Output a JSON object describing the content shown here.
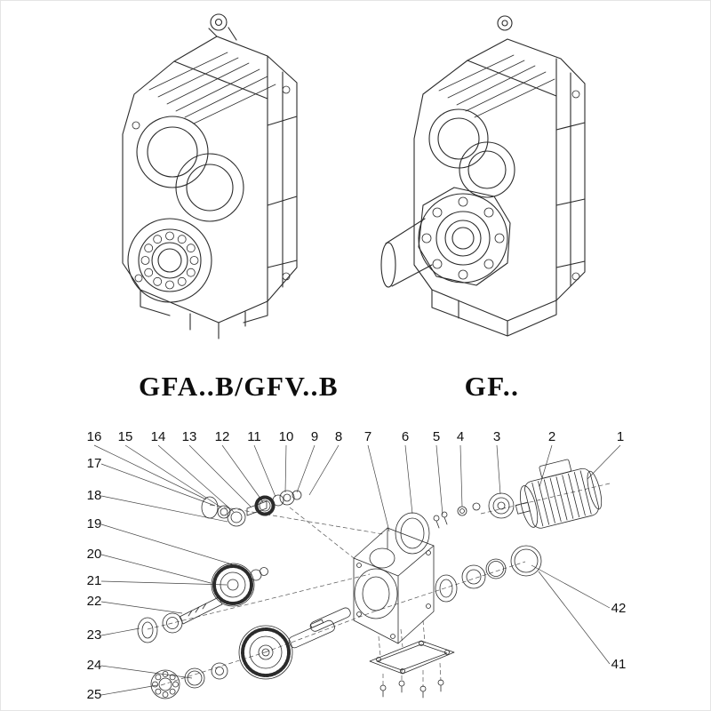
{
  "page": {
    "type": "gear-reducer-catalog-page",
    "background_color": "#ffffff",
    "line_color": "#2b2b2b"
  },
  "models": {
    "left_caption": "GFA..B/GFV..B",
    "right_caption": "GF.."
  },
  "exploded_view": {
    "labels_top": [
      "16",
      "15",
      "14",
      "13",
      "12",
      "11",
      "10",
      "9",
      "8",
      "7",
      "6",
      "5",
      "4",
      "3",
      "2",
      "1"
    ],
    "labels_left": [
      "17",
      "18",
      "19",
      "20",
      "21",
      "22",
      "23",
      "24",
      "25"
    ],
    "labels_right": [
      "42",
      "41"
    ]
  }
}
